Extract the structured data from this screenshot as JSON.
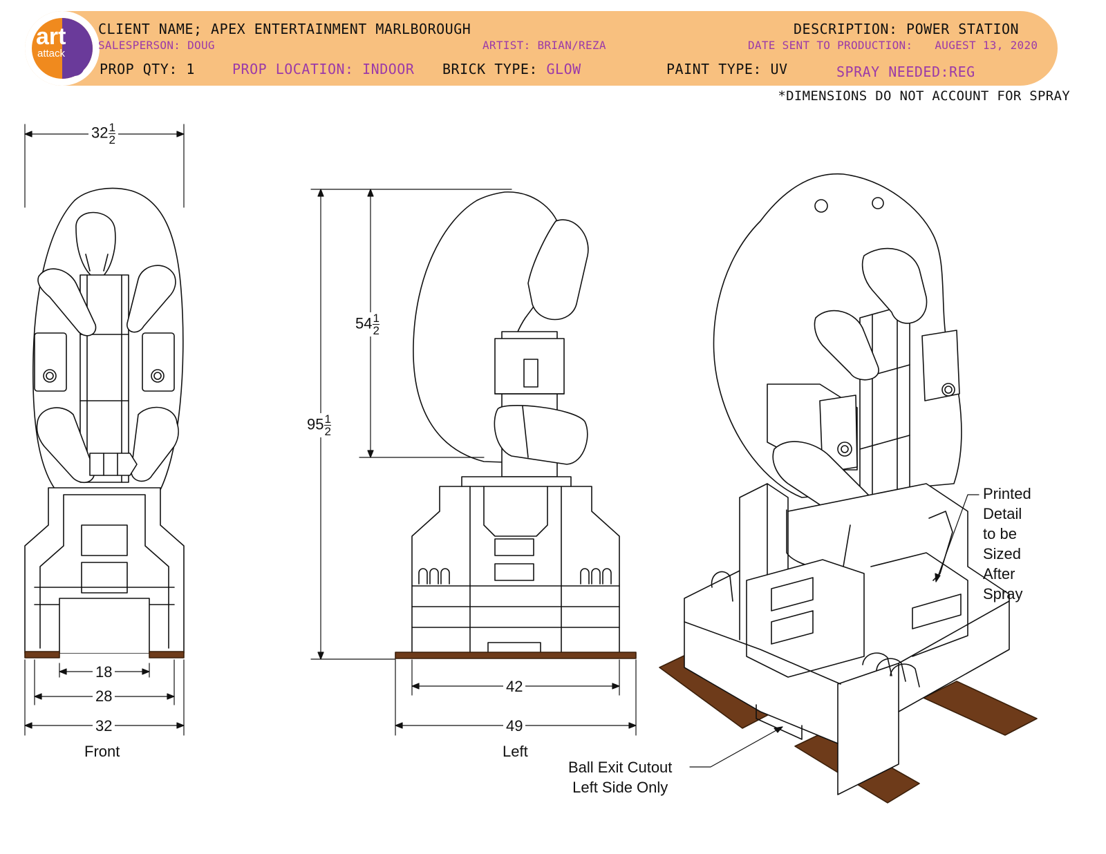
{
  "header": {
    "client_label": "CLIENT NAME;",
    "client_value": "APEX ENTERTAINMENT MARLBOROUGH",
    "salesperson": "SALESPERSON: DOUG",
    "artist": "ARTIST: BRIAN/REZA",
    "description_label": "DESCRIPTION:",
    "description_value": "POWER STATION",
    "date_label": "DATE SENT TO PRODUCTION:",
    "date_value": "AUGEST 13, 2020",
    "prop_qty_label": "PROP QTY:",
    "prop_qty_value": "1",
    "prop_location_label": "PROP LOCATION:",
    "prop_location_value": "INDOOR",
    "brick_type_label": "BRICK TYPE:",
    "brick_type_value": "GLOW",
    "paint_type_label": "PAINT TYPE:",
    "paint_type_value": "UV",
    "spray_label": "SPRAY NEEDED:",
    "spray_value": "REG"
  },
  "logo": {
    "line1": "art",
    "line2": "attack"
  },
  "note": "*DIMENSIONS DO NOT ACCOUNT FOR SPRAY",
  "dimensions": {
    "front_width_whole": "32",
    "front_width_num": "1",
    "front_width_den": "2",
    "front_base_inner": "18",
    "front_base_mid": "28",
    "front_base_outer": "32",
    "left_upper_whole": "54",
    "left_upper_num": "1",
    "left_upper_den": "2",
    "left_total_whole": "95",
    "left_total_num": "1",
    "left_total_den": "2",
    "left_base_inner": "42",
    "left_base_outer": "49"
  },
  "views": {
    "front": "Front",
    "left": "Left"
  },
  "annotations": {
    "ball_exit_line1": "Ball Exit Cutout",
    "ball_exit_line2": "Left Side Only",
    "printed_detail": [
      "Printed",
      "Detail",
      "to be",
      "Sized",
      "After",
      "Spray"
    ]
  },
  "colors": {
    "header_bg": "#f8c07f",
    "accent": "#9b3aa8",
    "base_wood": "#6e3b1a",
    "logo_orange": "#f08a1e",
    "logo_purple": "#6a3a9a"
  }
}
